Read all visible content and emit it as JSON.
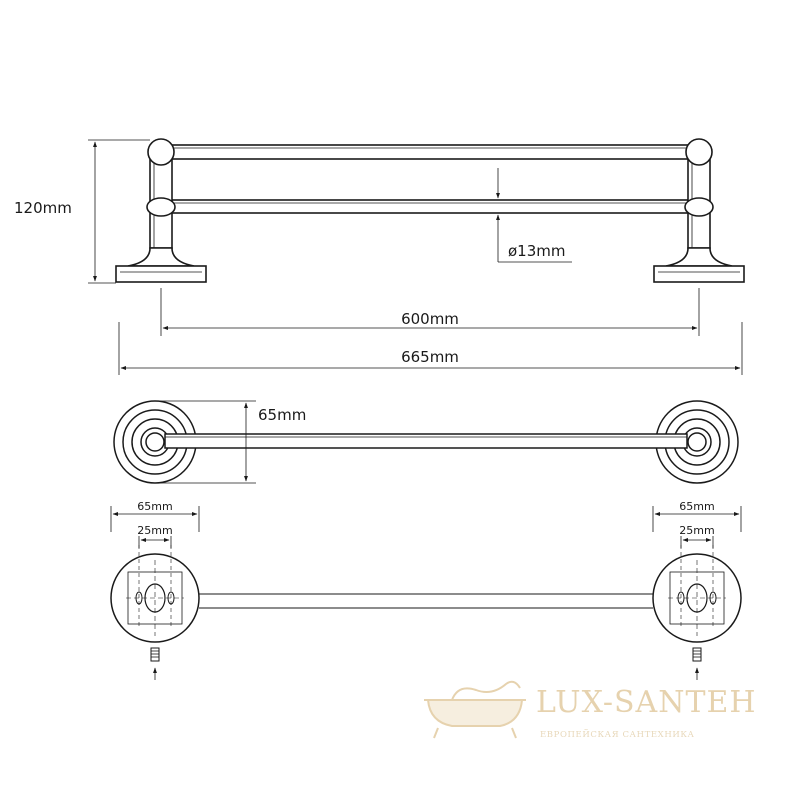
{
  "dimensions": {
    "height": "120mm",
    "diameter": "ø13mm",
    "inner_width": "600mm",
    "overall_width": "665mm",
    "depth": "65mm",
    "left_base_width": "65mm",
    "left_hole_spacing": "25mm",
    "right_base_width": "65mm",
    "right_hole_spacing": "25mm"
  },
  "watermark": {
    "brand": "LUX-SANTEH",
    "tagline": "ЕВРОПЕЙСКАЯ САНТЕХНИКА",
    "logo_icon": "bathtub-logo-icon",
    "color": "#e6d2ae"
  },
  "colors": {
    "line": "#1a1a1a",
    "background": "#ffffff"
  }
}
